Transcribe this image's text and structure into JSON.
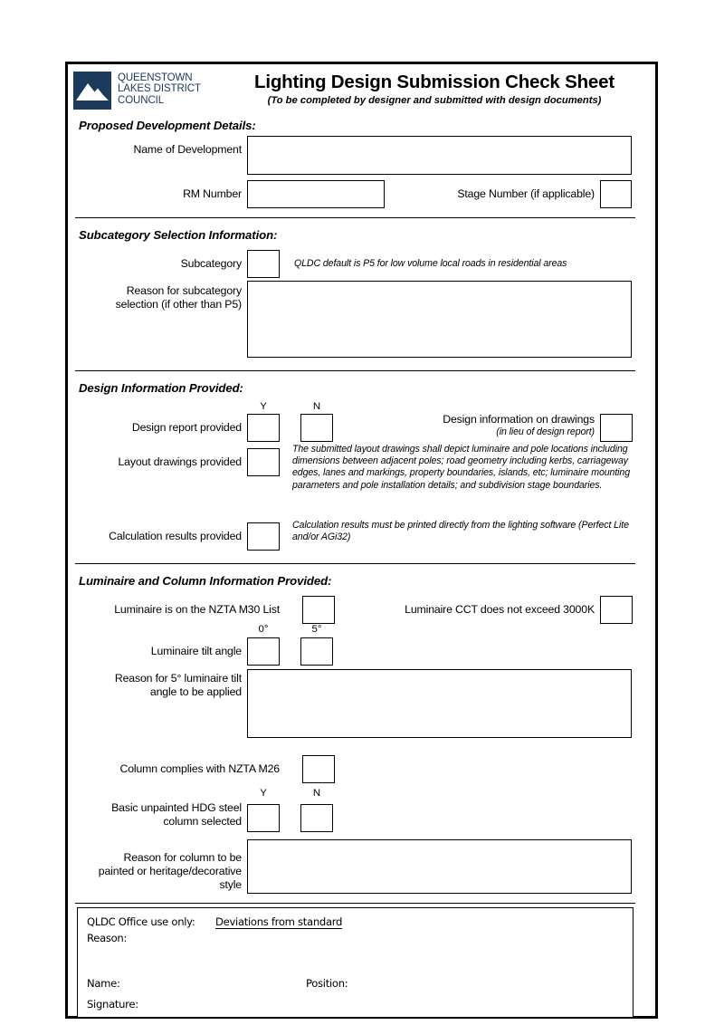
{
  "header": {
    "logo_name": "qldc-mountain-logo",
    "logo_line1": "QUEENSTOWN",
    "logo_line2": "LAKES DISTRICT",
    "logo_line3": "COUNCIL",
    "logo_color": "#1b3a5c",
    "title": "Lighting Design Submission Check Sheet",
    "subtitle": "(To be completed by designer and submitted with design documents)"
  },
  "sections": {
    "development": {
      "heading": "Proposed Development Details:",
      "name_label": "Name of Development",
      "rm_label": "RM Number",
      "stage_label": "Stage Number (if applicable)"
    },
    "subcategory": {
      "heading": "Subcategory Selection Information:",
      "subcategory_label": "Subcategory",
      "default_note": "QLDC default is P5 for low volume local roads in residential areas",
      "reason_label_line1": "Reason for subcategory",
      "reason_label_line2": "selection (if other than P5)"
    },
    "design_info": {
      "heading": "Design Information Provided:",
      "col_y": "Y",
      "col_n": "N",
      "design_report_label": "Design report provided",
      "drawings_info_label": "Design information on drawings",
      "drawings_info_note": "(in lieu of design report)",
      "layout_label": "Layout drawings provided",
      "layout_note": "The submitted layout drawings shall depict luminaire and pole locations including dimensions between adjacent poles; road geometry including kerbs, carriageway edges, lanes and markings, property boundaries, islands, etc; luminaire mounting parameters and pole installation details; and subdivision stage boundaries.",
      "calc_label": "Calculation results provided",
      "calc_note": "Calculation results must be printed directly from the lighting software (Perfect Lite and/or AGi32)"
    },
    "luminaire": {
      "heading": "Luminaire and Column Information Provided:",
      "m30_label": "Luminaire is on the NZTA M30 List",
      "cct_label": "Luminaire CCT does not exceed 3000K",
      "tilt_0_label": "0°",
      "tilt_5_label": "5°",
      "tilt_label": "Luminaire tilt angle",
      "tilt_reason_line1": "Reason for 5° luminaire tilt",
      "tilt_reason_line2": "angle to be applied",
      "m26_label": "Column complies with NZTA M26",
      "col_y": "Y",
      "col_n": "N",
      "hdg_label_line1": "Basic unpainted HDG steel",
      "hdg_label_line2": "column selected",
      "paint_reason_line1": "Reason for column to be",
      "paint_reason_line2": "painted or heritage/decorative",
      "paint_reason_line3": "style"
    },
    "office": {
      "title": "QLDC Office use only:",
      "deviations": "Deviations from standard",
      "reason": "Reason:",
      "name": "Name:",
      "position": "Position:",
      "signature": "Signature:"
    }
  }
}
